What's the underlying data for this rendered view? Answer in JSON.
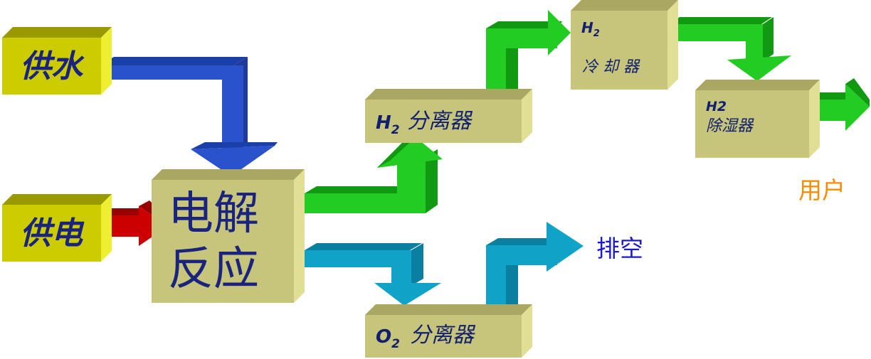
{
  "colors": {
    "box_front": "#c7c47b",
    "box_top": "#a9a761",
    "box_side": "#e1de95",
    "input_front": "#cccc00",
    "input_top": "#999900",
    "input_side": "#eeee33",
    "arrow_water": "#2a52cc",
    "arrow_power": "#cc0000",
    "arrow_h2": "#22cc22",
    "arrow_o2": "#11a2c8",
    "text_dark": "#1a237e",
    "text_vent": "#1a1ad0",
    "text_user": "#ff8c00"
  },
  "inputs": {
    "water": "供水",
    "power": "供电"
  },
  "core": {
    "line1": "电解",
    "line2": "反应"
  },
  "h2_separator": {
    "symbol": "H",
    "subscript": "2",
    "label": "分离器"
  },
  "o2_separator": {
    "symbol": "O",
    "subscript": "2",
    "label": "分离器"
  },
  "h2_cooler": {
    "symbol": "H",
    "subscript": "2",
    "label": "冷 却 器"
  },
  "h2_dehumidifier": {
    "symbol": "H2",
    "label": "除湿器"
  },
  "outputs": {
    "vent": "排空",
    "user": "用户"
  }
}
